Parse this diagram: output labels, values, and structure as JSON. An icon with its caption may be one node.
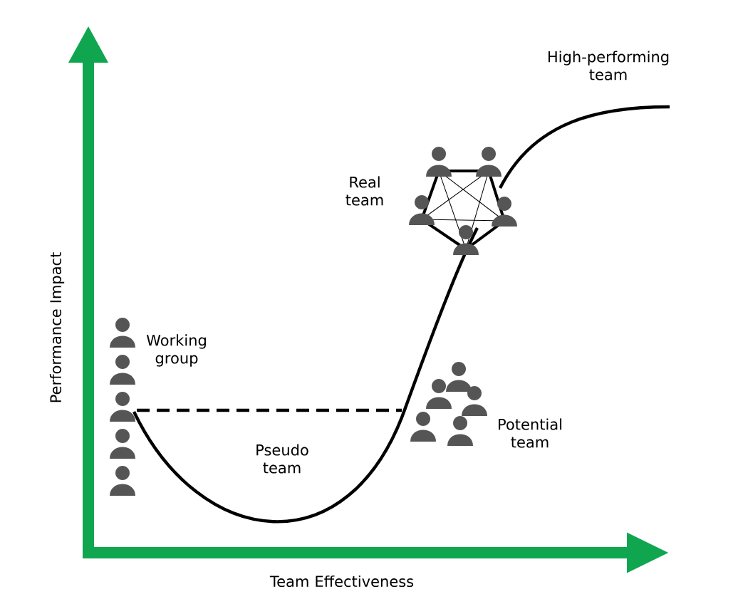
{
  "diagram": {
    "labels": [
      "High-performing team",
      "Real team",
      "Working group",
      "Potential team",
      "Pseudo team",
      "Performance Impact",
      "Team Effectiveness"
    ]
  }
}
